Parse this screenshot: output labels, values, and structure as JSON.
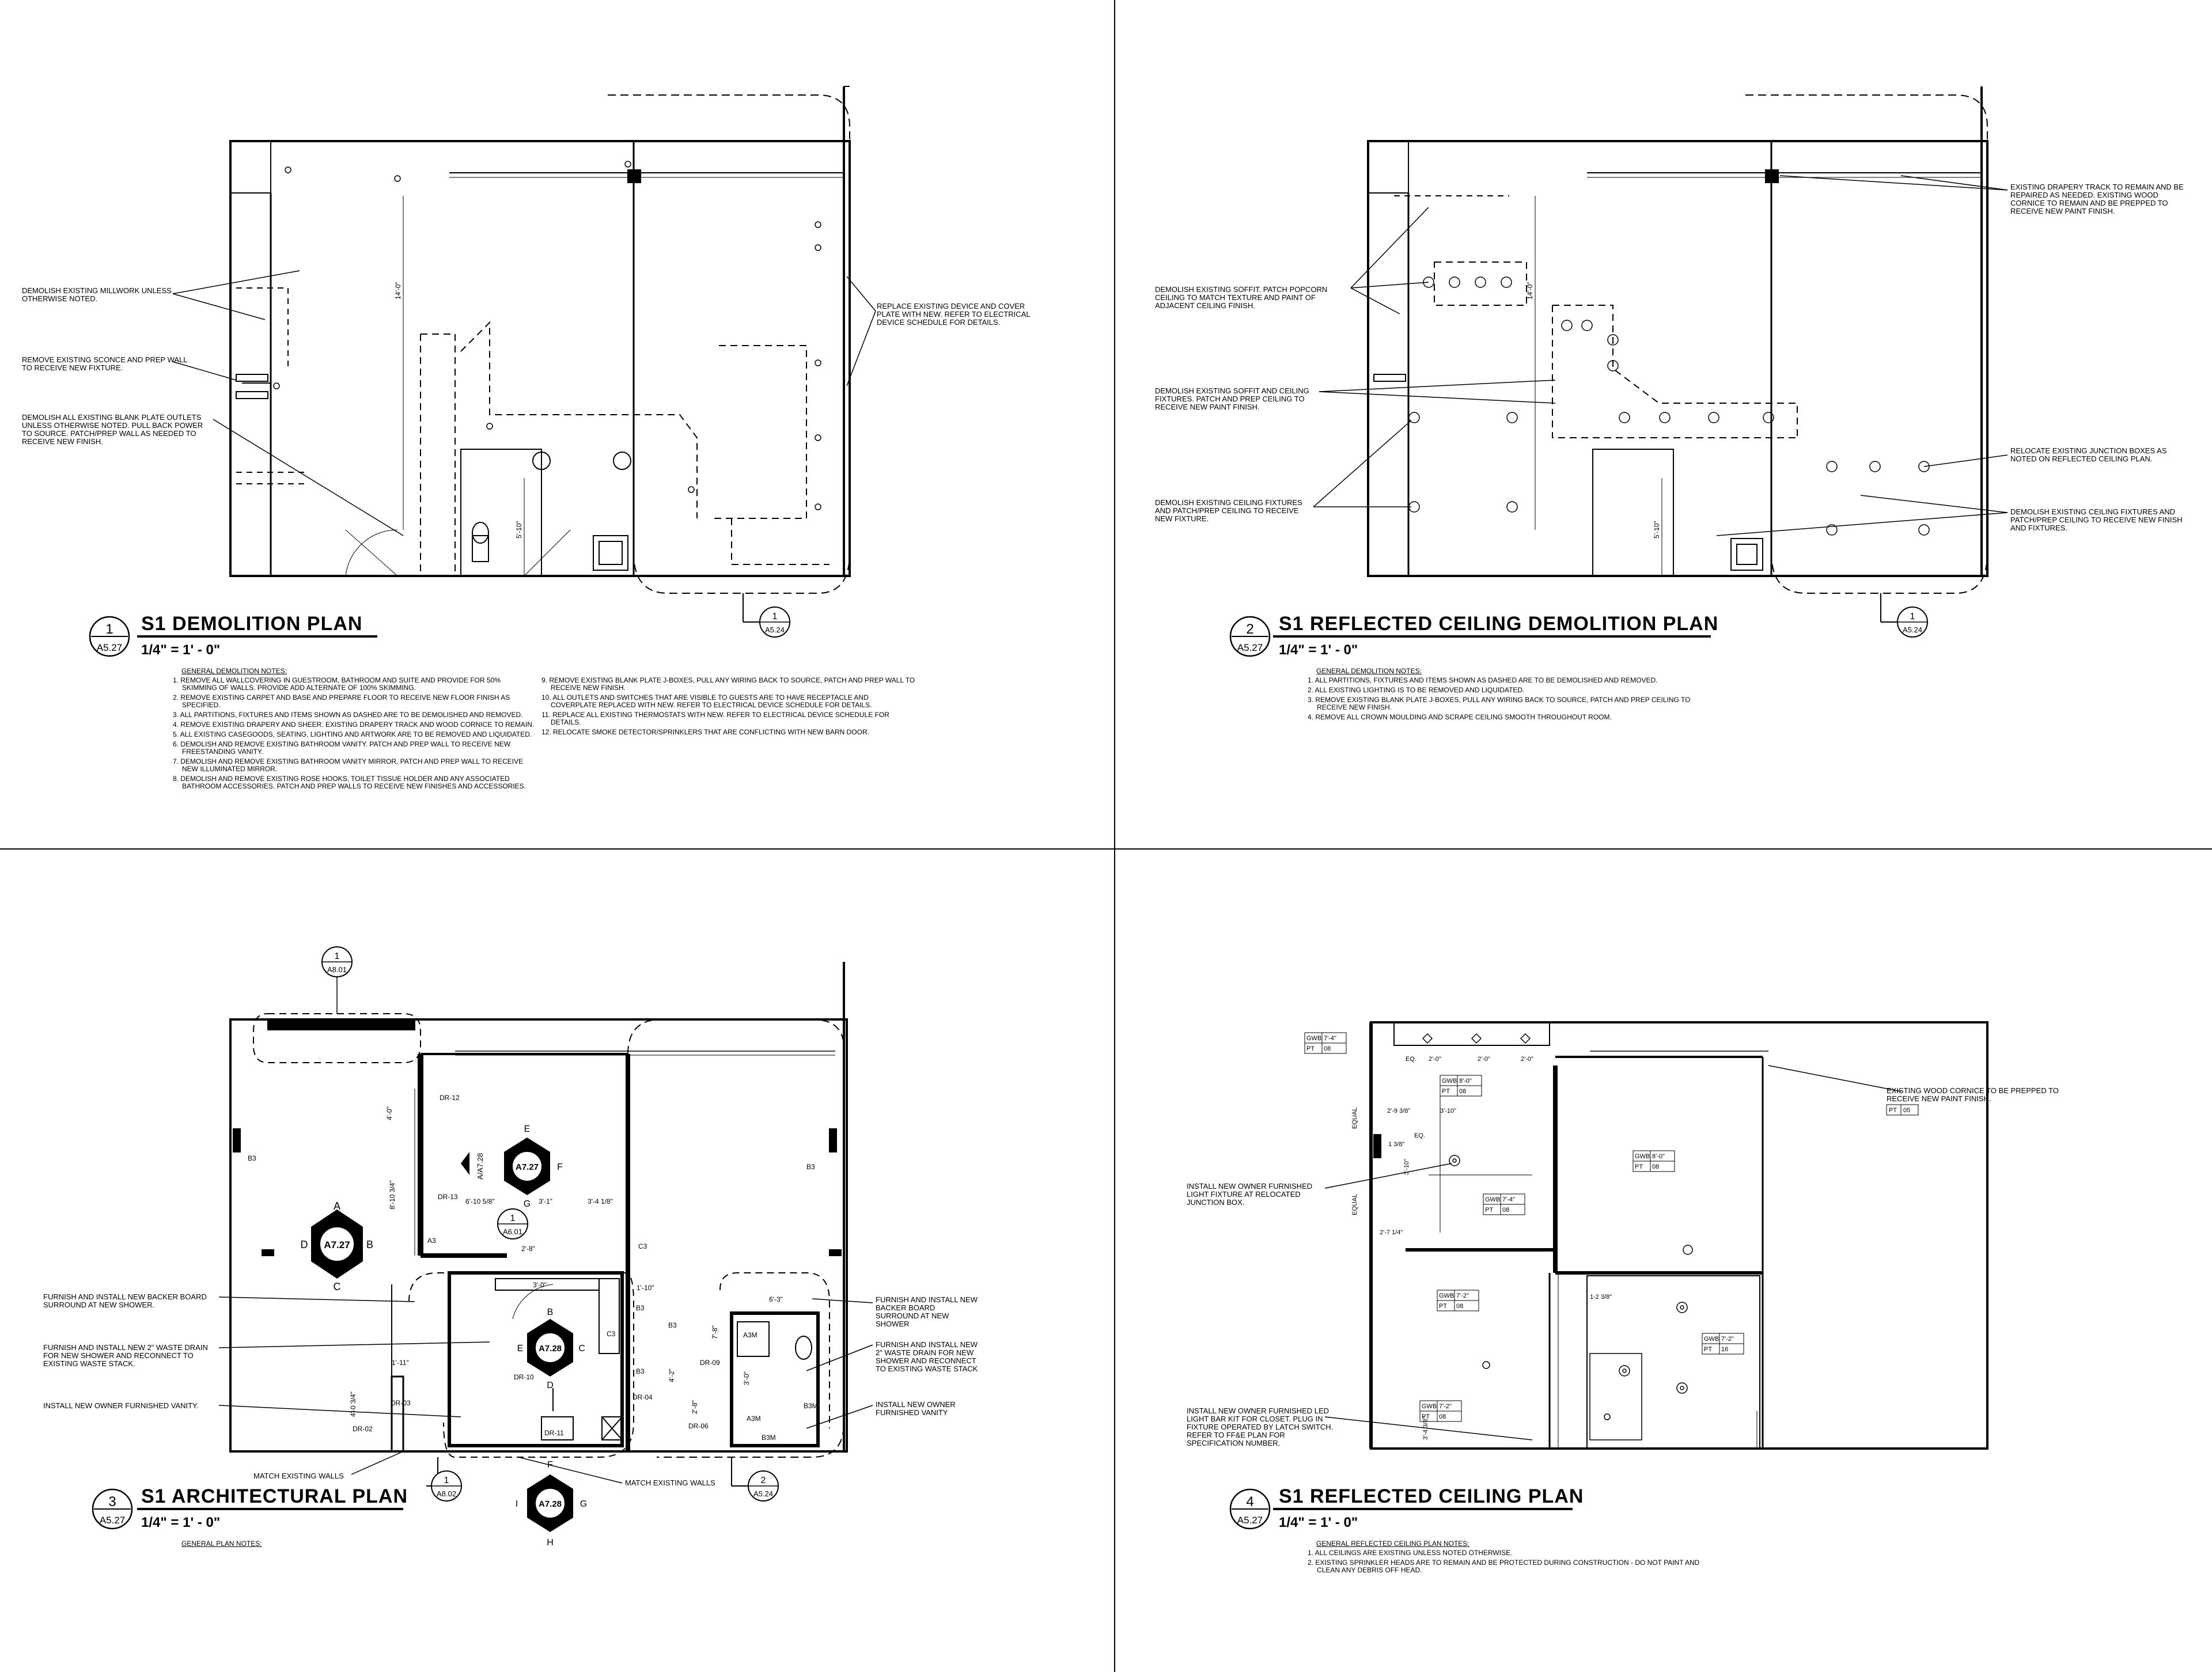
{
  "plans": {
    "p1": {
      "number": "1",
      "sheet": "A5.27",
      "title": "S1 DEMOLITION PLAN",
      "scale": "1/4\" = 1' - 0\"",
      "section_ref": {
        "number": "1",
        "sheet": "A5.24"
      },
      "notes_heading": "GENERAL DEMOLITION NOTES:",
      "callouts": [
        "DEMOLISH EXISTING MILLWORK UNLESS OTHERWISE NOTED.",
        "REMOVE EXISTING SCONCE AND PREP WALL TO RECEIVE  NEW FIXTURE.",
        "DEMOLISH ALL EXISTING BLANK PLATE OUTLETS UNLESS OTHERWISE NOTED. PULL BACK POWER TO SOURCE. PATCH/PREP WALL AS NEEDED TO RECEIVE NEW FINISH.",
        "REPLACE EXISTING DEVICE AND COVER PLATE WITH NEW. REFER TO ELECTRICAL DEVICE SCHEDULE FOR DETAILS."
      ],
      "dims": [
        "14'-0\"",
        "5'-10\""
      ],
      "notes_col1": [
        "1. REMOVE ALL WALLCOVERING IN GUESTROOM, BATHROOM AND SUITE AND PROVIDE FOR 50% SKIMMING OF WALLS.  PROVIDE ADD ALTERNATE OF 100% SKIMMING.",
        "2. REMOVE EXISTING CARPET AND BASE AND PREPARE FLOOR TO RECEIVE NEW FLOOR FINISH AS SPECIFIED.",
        "3. ALL PARTITIONS, FIXTURES AND ITEMS SHOWN AS DASHED ARE TO BE DEMOLISHED AND REMOVED.",
        "4. REMOVE EXISTING DRAPERY AND SHEER. EXISTING DRAPERY TRACK AND WOOD CORNICE TO REMAIN.",
        "5. ALL EXISTING CASEGOODS, SEATING, LIGHTING AND ARTWORK ARE TO BE REMOVED AND LIQUIDATED.",
        "6. DEMOLISH AND REMOVE EXISTING BATHROOM VANITY. PATCH AND PREP WALL TO RECEIVE NEW FREESTANDING VANITY.",
        "7. DEMOLISH AND REMOVE EXISTING BATHROOM VANITY MIRROR, PATCH AND PREP WALL TO RECEIVE NEW ILLUMINATED MIRROR.",
        "8. DEMOLISH AND REMOVE EXISTING ROSE HOOKS, TOILET TISSUE HOLDER AND ANY ASSOCIATED BATHROOM ACCESSORIES. PATCH AND PREP WALLS TO RECEIVE NEW FINISHES AND ACCESSORIES."
      ],
      "notes_col2": [
        "9. REMOVE EXISTING BLANK PLATE J-BOXES, PULL ANY WIRING BACK TO SOURCE, PATCH AND PREP WALL TO RECEIVE NEW FINISH.",
        "10. ALL OUTLETS AND SWITCHES THAT ARE VISIBLE TO GUESTS ARE TO HAVE RECEPTACLE AND COVERPLATE REPLACED WITH NEW. REFER TO ELECTRICAL DEVICE SCHEDULE FOR DETAILS.",
        "11. REPLACE ALL EXISTING THERMOSTATS WITH NEW. REFER TO ELECTRICAL DEVICE SCHEDULE FOR DETAILS.",
        "12. RELOCATE SMOKE DETECTOR/SPRINKLERS THAT ARE CONFLICTING WITH NEW BARN DOOR."
      ]
    },
    "p2": {
      "number": "2",
      "sheet": "A5.27",
      "title": "S1 REFLECTED CEILING DEMOLITION PLAN",
      "scale": "1/4\" = 1' - 0\"",
      "section_ref": {
        "number": "1",
        "sheet": "A5.24"
      },
      "notes_heading": "GENERAL DEMOLITION NOTES:",
      "callouts": [
        "DEMOLISH EXISTING SOFFIT. PATCH POPCORN CEILING TO MATCH TEXTURE AND PAINT OF ADJACENT CEILING FINISH.",
        "DEMOLISH EXISTING SOFFIT AND CEILING FIXTURES. PATCH AND PREP CEILING TO RECEIVE NEW PAINT FINISH.",
        "DEMOLISH EXISTING CEILING FIXTURES AND PATCH/PREP CEILING TO RECEIVE NEW FIXTURE.",
        "EXISTING DRAPERY TRACK TO REMAIN AND BE REPAIRED AS NEEDED. EXISTING WOOD CORNICE TO REMAIN AND BE PREPPED TO RECEIVE NEW PAINT FINISH.",
        "RELOCATE EXISTING JUNCTION BOXES AS NOTED ON REFLECTED CEILING PLAN.",
        "DEMOLISH EXISTING CEILING FIXTURES AND PATCH/PREP CEILING TO RECEIVE NEW FINISH AND FIXTURES."
      ],
      "dims": [
        "14'-0\"",
        "5'-10\""
      ],
      "notes": [
        "1. ALL PARTITIONS, FIXTURES AND ITEMS SHOWN AS DASHED ARE TO BE DEMOLISHED AND REMOVED.",
        "2. ALL EXISTING LIGHTING IS TO BE REMOVED AND LIQUIDATED.",
        "3. REMOVE EXISTING BLANK PLATE J-BOXES, PULL ANY WIRING BACK TO SOURCE, PATCH AND PREP CEILING TO RECEIVE NEW FINISH.",
        "4. REMOVE ALL CROWN MOULDING AND SCRAPE CEILING SMOOTH THROUGHOUT ROOM."
      ]
    },
    "p3": {
      "number": "3",
      "sheet": "A5.27",
      "title": "S1 ARCHITECTURAL PLAN",
      "scale": "1/4\" = 1' - 0\"",
      "notes_heading": "GENERAL PLAN NOTES:",
      "top_ref": {
        "number": "1",
        "sheet": "A8.01"
      },
      "callouts": [
        "FURNISH AND INSTALL NEW BACKER BOARD SURROUND AT NEW SHOWER.",
        "FURNISH AND INSTALL NEW 2\" WASTE DRAIN FOR NEW SHOWER AND RECONNECT TO EXISTING WASTE STACK.",
        "INSTALL NEW OWNER FURNISHED VANITY.",
        "FURNISH AND INSTALL NEW BACKER BOARD SURROUND AT NEW SHOWER",
        "FURNISH AND INSTALL NEW 2\" WASTE DRAIN FOR NEW SHOWER AND RECONNECT TO EXISTING WASTE STACK",
        "INSTALL NEW OWNER FURNISHED VANITY",
        "MATCH EXISTING WALLS",
        "MATCH EXISTING WALLS"
      ],
      "elev_sheet": "A7.27",
      "elev_sheet_bath": "A7.28",
      "letters": [
        "A",
        "B",
        "C",
        "D",
        "E",
        "F",
        "G",
        "H",
        "I"
      ],
      "wall_tags": [
        "B3",
        "B3",
        "A3",
        "C3",
        "A3M",
        "B3M",
        "A3M",
        "B3M",
        "C3",
        "B3",
        "B3",
        "B3"
      ],
      "door_tags": [
        "DR-13",
        "DR-12",
        "DR-11",
        "DR-09",
        "DR-06",
        "DR-10",
        "DR-04",
        "DR-03",
        "DR-02"
      ],
      "dims": [
        "4'-0\"",
        "8'-10 3/4\"",
        "6'-10 5/8\"",
        "3'-1\"",
        "3'-4 1/8\"",
        "2'-8\"",
        "3'-0\"",
        "1'-10\"",
        "6'-3\"",
        "7'-8\"",
        "4'-2\"",
        "4'-0 3/4\"",
        "1'-11\"",
        "2'-8\"",
        "3'-0\""
      ],
      "refs": [
        {
          "number": "1",
          "sheet": "A6.01"
        },
        {
          "number": "1",
          "sheet": "A8.02"
        },
        {
          "number": "2",
          "sheet": "A5.24"
        }
      ],
      "small_ref": "A/A7.28"
    },
    "p4": {
      "number": "4",
      "sheet": "A5.27",
      "title": "S1 REFLECTED CEILING PLAN",
      "scale": "1/4\" = 1' - 0\"",
      "notes_heading": "GENERAL REFLECTED CEILING PLAN NOTES:",
      "callouts": [
        "EXISTING WOOD CORNICE TO BE PREPPED TO RECEIVE NEW PAINT FINISH.",
        "INSTALL NEW OWNER FURNISHED LIGHT FIXTURE AT RELOCATED JUNCTION BOX.",
        "INSTALL NEW OWNER FURNISHED LED LIGHT BAR KIT FOR CLOSET. PLUG IN FIXTURE OPERATED BY LATCH SWITCH. REFER TO FF&E PLAN FOR SPECIFICATION NUMBER."
      ],
      "ceiling_tags": [
        {
          "a": "GWB",
          "b": "7'-4\"",
          "c": "PT",
          "d": "08"
        },
        {
          "a": "GWB",
          "b": "8'-0\"",
          "c": "PT",
          "d": "08"
        },
        {
          "a": "GWB",
          "b": "7'-4\"",
          "c": "PT",
          "d": "08"
        },
        {
          "a": "GWB",
          "b": "8'-0\"",
          "c": "PT",
          "d": "08"
        },
        {
          "a": "GWB",
          "b": "7'-2\"",
          "c": "PT",
          "d": "08"
        },
        {
          "a": "GWB",
          "b": "7'-2\"",
          "c": "PT",
          "d": "08"
        },
        {
          "a": "GWB",
          "b": "7'-2\"",
          "c": "PT",
          "d": "16"
        }
      ],
      "pt_tag": {
        "a": "PT",
        "b": "05"
      },
      "dims": [
        "2'-0\"",
        "2'-0\"",
        "2'-0\"",
        "EQ.",
        "EQ.",
        "EQUAL",
        "EQUAL",
        "2'-9 3/8\"",
        "3'-10\"",
        "1 3/8\"",
        "3'-10\"",
        "2'-7 1/4\"",
        "1-2 3/8\"",
        "3'-4 3/8\""
      ],
      "notes": [
        "1. ALL CEILINGS ARE EXISTING UNLESS NOTED OTHERWISE.",
        "2. EXISTING SPRINKLER HEADS ARE TO REMAIN AND BE PROTECTED DURING CONSTRUCTION - DO NOT PAINT AND CLEAN ANY DEBRIS OFF HEAD."
      ]
    }
  }
}
